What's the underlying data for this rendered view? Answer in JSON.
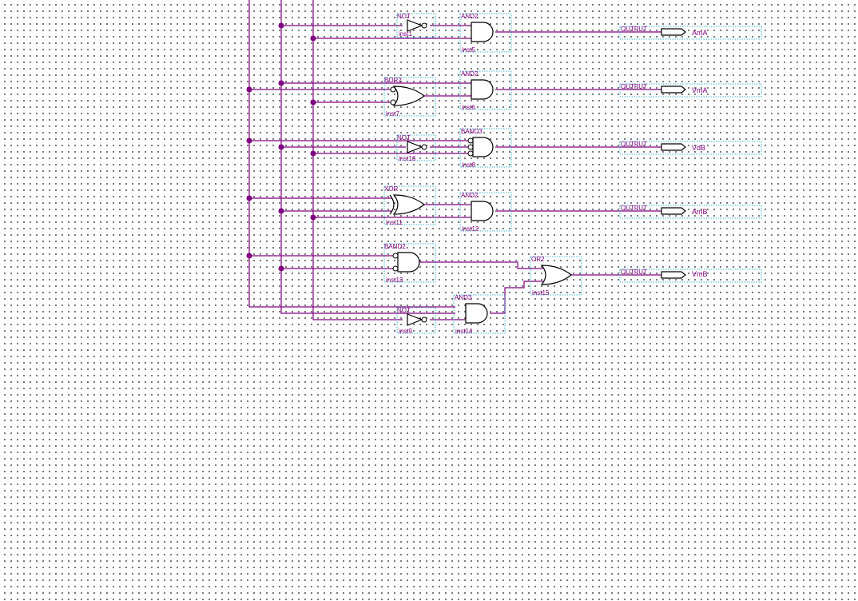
{
  "colors": {
    "wire": "#800080",
    "symbol": "#000000",
    "instance_box": "#00a0c0",
    "grid_dot": "#000000",
    "background": "#ffffff"
  },
  "gates": {
    "inst1": {
      "type": "NOT",
      "instance": "inst1"
    },
    "inst5": {
      "type": "AND2",
      "instance": "inst5"
    },
    "inst7": {
      "type": "BOR2",
      "instance": "inst7"
    },
    "inst6": {
      "type": "AND2",
      "instance": "inst6"
    },
    "inst16": {
      "type": "NOT",
      "instance": "inst16"
    },
    "inst8": {
      "type": "BAND3",
      "instance": "inst8"
    },
    "inst11": {
      "type": "XOR",
      "instance": "inst11"
    },
    "inst12": {
      "type": "AND2",
      "instance": "inst12"
    },
    "inst13": {
      "type": "BAND2",
      "instance": "inst13"
    },
    "inst15": {
      "type": "OR2",
      "instance": "inst15"
    },
    "inst9": {
      "type": "NOT",
      "instance": "inst9"
    },
    "inst14": {
      "type": "AND3",
      "instance": "inst14"
    }
  },
  "outputs": {
    "AmA": {
      "type": "OUTPUT",
      "name": "AmA"
    },
    "VmA": {
      "type": "OUTPUT",
      "name": "VmA"
    },
    "VdB": {
      "type": "OUTPUT",
      "name": "VdB"
    },
    "AmB": {
      "type": "OUTPUT",
      "name": "AmB"
    },
    "VmB": {
      "type": "OUTPUT",
      "name": "VmB"
    }
  }
}
